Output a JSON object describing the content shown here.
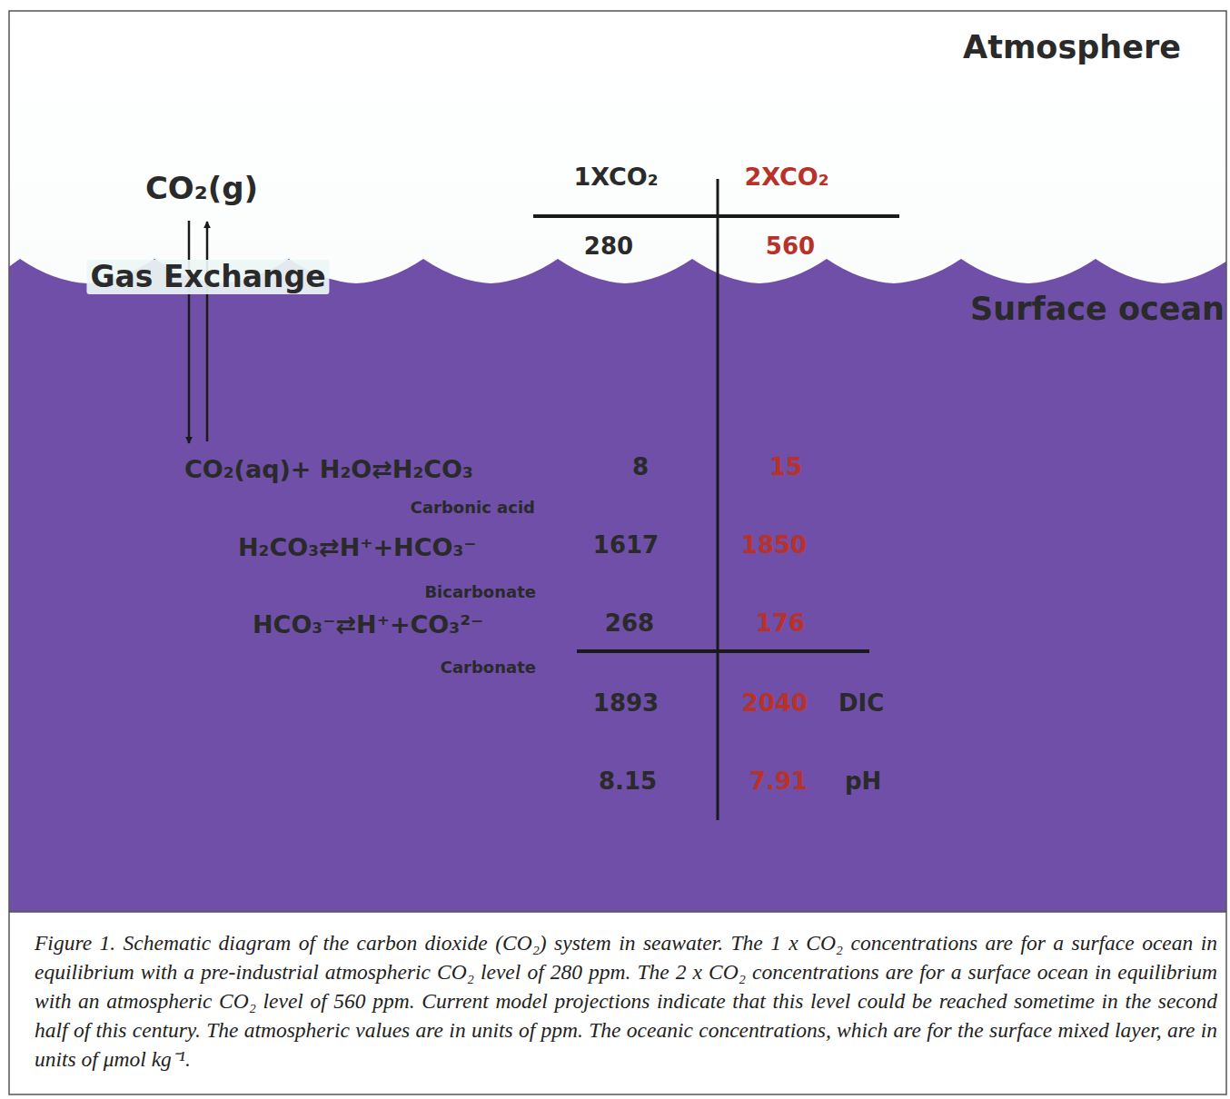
{
  "diagram": {
    "caption": "Figure 1. Schematic diagram of the carbon dioxide (CO₂) system in seawater. The 1 x CO₂ concentrations are for a surface ocean in equilibrium with a pre-industrial atmospheric CO₂ level of 280 ppm. The 2 x CO₂ concentrations are for a surface ocean in equilibrium with an atmospheric CO₂ level of 560 ppm. Current model projections indicate that this level could be reached sometime in the second half of this century. The atmospheric values are in units of ppm. The oceanic concentrations, which are for the surface mixed layer, are in units of μmol kg⁻¹.",
    "labels": [
      "Atmosphere",
      "Surface ocean",
      "CO₂(g)",
      "Gas Exchange",
      "1XCO₂",
      "2XCO₂",
      "280",
      "560",
      "CO₂(aq)+ H₂O⇄H₂CO₃",
      "Carbonic acid",
      "8",
      "15",
      "H₂CO₃⇄H⁺+HCO₃⁻",
      "Bicarbonate",
      "1617",
      "1850",
      "HCO₃⁻⇄H⁺+CO₃²⁻",
      "Carbonate",
      "268",
      "176",
      "1893",
      "2040",
      "DIC",
      "8.15",
      "7.91",
      "pH"
    ]
  }
}
